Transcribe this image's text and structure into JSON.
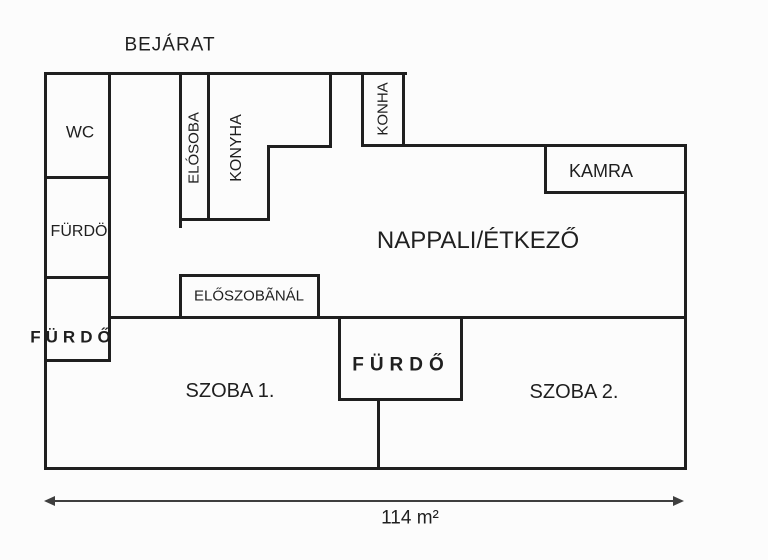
{
  "floorplan": {
    "entrance_label": "BEJÁRAT",
    "rooms": {
      "wc": "WC",
      "bathroom_upper": "FÜRDÖ",
      "bathroom_left": "FÜRDŐ",
      "hallway_strip": "ELÓSOBA",
      "kitchen": "KONYHA",
      "kitchen_strip": "KONHA",
      "pantry": "KAMRA",
      "living_dining": "NAPPALI/ÉTKEZŐ",
      "at_hallway": "ELŐSZOBÃNÁL",
      "bathroom_middle": "FÜRDŐ",
      "room1": "SZOBA 1.",
      "room2": "SZOBA 2."
    },
    "dimension": {
      "total_area": "114 m²"
    },
    "colors": {
      "wall": "#1f1f1f",
      "background": "#fcfcfc",
      "arrow": "#3f3f3f"
    }
  }
}
